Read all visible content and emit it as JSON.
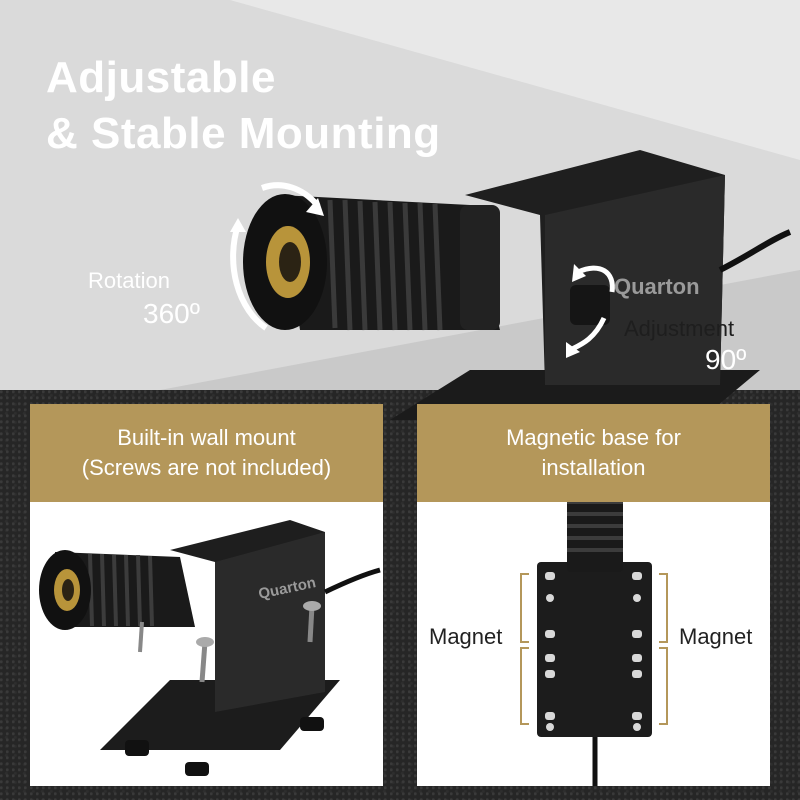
{
  "headline": {
    "line1": "Adjustable",
    "line2": "& Stable Mounting"
  },
  "hero": {
    "rotation_label": "Rotation",
    "rotation_value": "360º",
    "brand": "Quarton",
    "adjustment_label": "Adjustment",
    "adjustment_value": "90º"
  },
  "panels": [
    {
      "title_line1": "Built-in wall mount",
      "title_line2": "(Screws are not included)",
      "brand": "Quarton"
    },
    {
      "title_line1": "Magnetic base for",
      "title_line2": "installation",
      "magnet_left": "Magnet",
      "magnet_right": "Magnet"
    }
  ],
  "colors": {
    "gold": "#b4975a",
    "ground": "#262626",
    "background": "#c9c9c9"
  }
}
